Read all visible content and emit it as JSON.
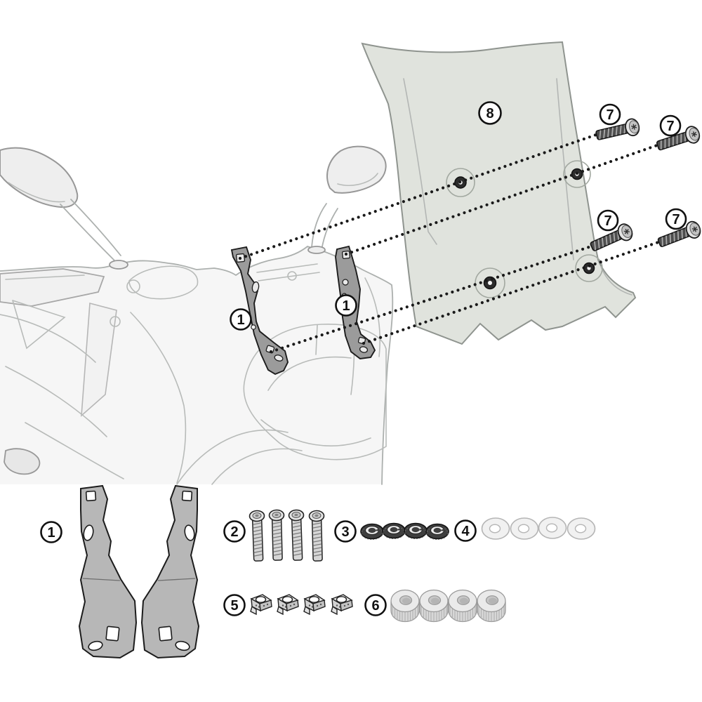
{
  "figure": {
    "kind": "windscreen-mounting-kit-installation-diagram",
    "background_color": "#ffffff",
    "windscreen_color": "#dcdfd8",
    "windscreen_outline": "#8f948f",
    "bracket_color": "#9b9b9b",
    "parts_bracket_color": "#b7b7b7",
    "line_art_color": "#b3b6b4",
    "dotted_line_color": "#1a1a1a",
    "callout_stroke": "#111111"
  },
  "callouts": [
    {
      "name": "bracket-left-fitted",
      "label": "1"
    },
    {
      "name": "bracket-right-fitted",
      "label": "1"
    },
    {
      "name": "windscreen",
      "label": "8"
    },
    {
      "name": "screw-upper-left",
      "label": "7"
    },
    {
      "name": "screw-upper-right",
      "label": "7"
    },
    {
      "name": "screw-lower-left",
      "label": "7"
    },
    {
      "name": "screw-lower-right",
      "label": "7"
    },
    {
      "name": "kit-bracket-pair",
      "label": "1"
    },
    {
      "name": "kit-bolts",
      "label": "2"
    },
    {
      "name": "kit-well-washers",
      "label": "3"
    },
    {
      "name": "kit-flat-washers",
      "label": "4"
    },
    {
      "name": "kit-cage-nuts",
      "label": "5"
    },
    {
      "name": "kit-spacers",
      "label": "6"
    }
  ],
  "kit_items": [
    {
      "ref": "1",
      "item": "mounting-bracket",
      "qty": 2
    },
    {
      "ref": "2",
      "item": "threaded-screw",
      "qty": 4
    },
    {
      "ref": "3",
      "item": "well-washer",
      "qty": 4
    },
    {
      "ref": "4",
      "item": "flat-washer",
      "qty": 4
    },
    {
      "ref": "5",
      "item": "cage-nut",
      "qty": 4
    },
    {
      "ref": "6",
      "item": "spacer",
      "qty": 4
    },
    {
      "ref": "7",
      "item": "windscreen-screw",
      "qty": 4
    },
    {
      "ref": "8",
      "item": "windscreen",
      "qty": 1
    }
  ]
}
